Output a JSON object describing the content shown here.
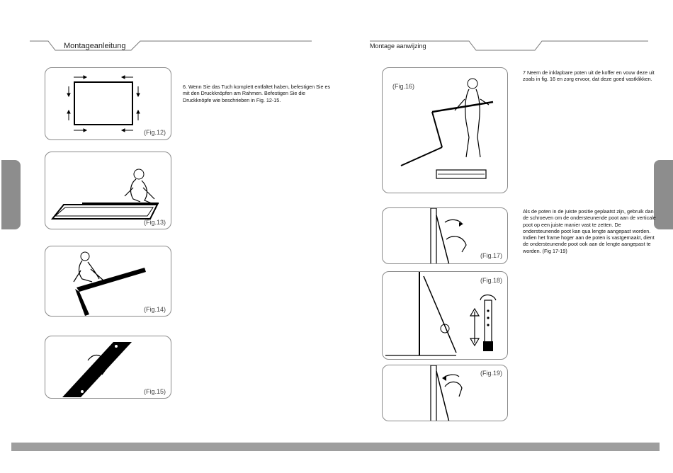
{
  "left_page": {
    "header_title": "Montageanleitung",
    "step_text": "6. Wenn Sie das Tuch komplett entfaltet haben, befestigen Sie es mit den Druckknöpfen am Rahmen. Befestigen Sie die Druckknöpfe wie beschrieben in Fig. 12-15.",
    "figures": [
      {
        "label": "(Fig.12)"
      },
      {
        "label": "(Fig.13)"
      },
      {
        "label": "(Fig.14)"
      },
      {
        "label": "(Fig.15)"
      }
    ]
  },
  "right_page": {
    "header_title": "Montage aanwijzing",
    "step7_text": "7 Neem de inklapbare poten uit de koffer en vouw deze uit zoals in fig. 16 en zorg ervoor, dat deze goed vastklikken.",
    "adjust_text": "Als de poten in de juiste positie geplaatst zijn, gebruik dan de schroeven om de ondersteunende poot aan de verticale poot op een juiste manier vast te zetten. De ondersteunende poot kan qua lengte aangepast worden. Indien het frame hoger aan de poten is vastgemaakt, dient de ondersteunende poot ook aan de lengte aangepast te worden. (Fig 17-19)",
    "figures": [
      {
        "label": "(Fig.16)"
      },
      {
        "label": "(Fig.17)"
      },
      {
        "label": "(Fig.18)"
      },
      {
        "label": "(Fig.19)"
      }
    ]
  },
  "colors": {
    "side_tab": "#8d8d8d",
    "bottom_bar": "#9e9e9e",
    "figure_border": "#8a8a8a"
  }
}
